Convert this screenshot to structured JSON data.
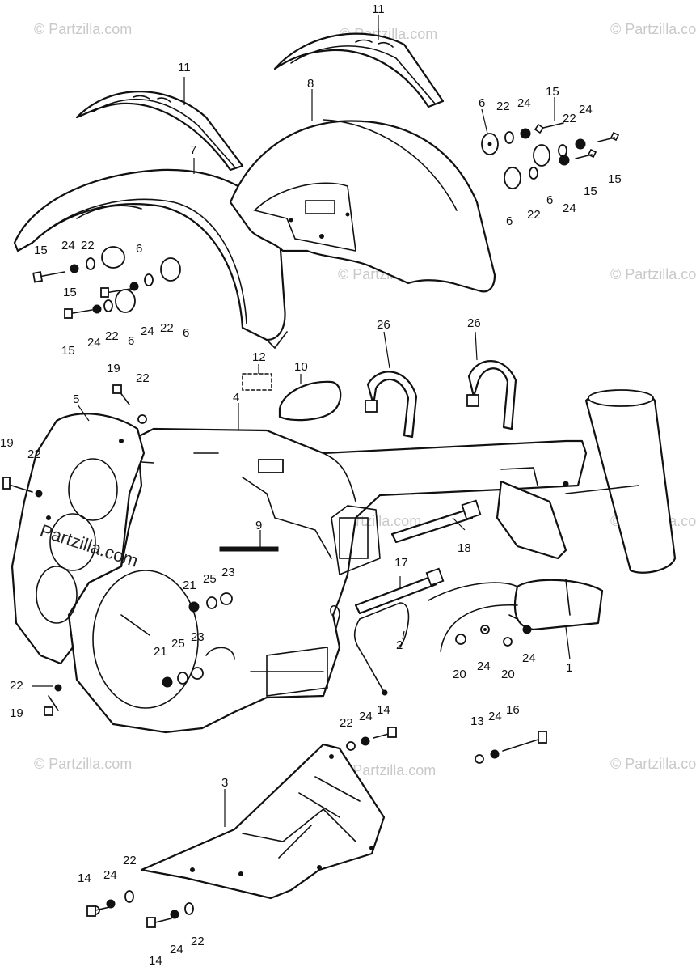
{
  "watermark": {
    "text": "© Partzilla.com",
    "center_text": "Partzilla.com"
  },
  "callouts": [
    "1",
    "2",
    "3",
    "4",
    "5",
    "6",
    "7",
    "8",
    "9",
    "10",
    "11",
    "12",
    "13",
    "14",
    "15",
    "16",
    "17",
    "18",
    "19",
    "20",
    "21",
    "22",
    "23",
    "24",
    "25",
    "26"
  ],
  "colors": {
    "ink": "#111111",
    "paper": "#ffffff",
    "watermark": "#c9c9c9"
  }
}
